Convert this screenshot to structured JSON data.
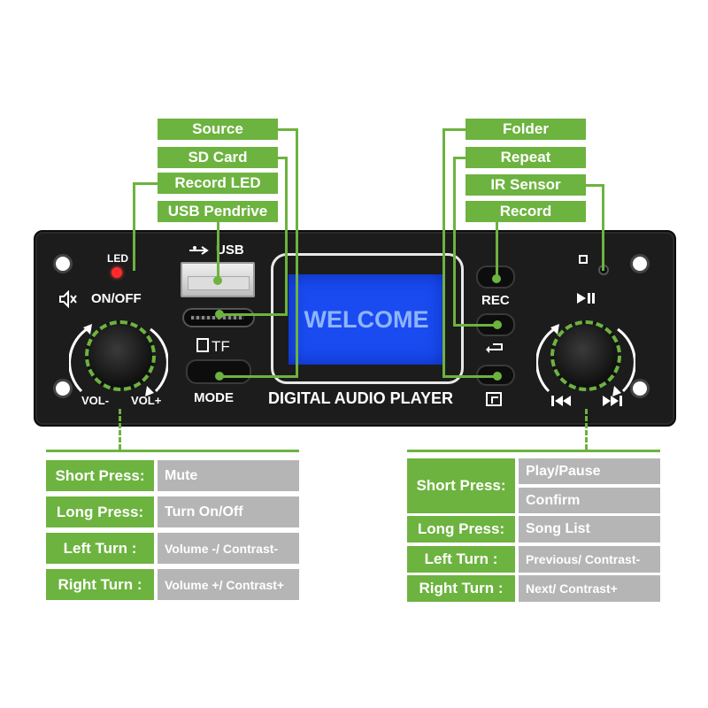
{
  "callouts": {
    "source": "Source",
    "sd_card": "SD Card",
    "record_led": "Record LED",
    "usb_pendrive": "USB Pendrive",
    "folder": "Folder",
    "repeat": "Repeat",
    "ir_sensor": "IR Sensor",
    "record": "Record"
  },
  "panel": {
    "led": "LED",
    "on_off": "ON/OFF",
    "usb": "USB",
    "tf": "TF",
    "mode": "MODE",
    "vol_minus": "VOL-",
    "vol_plus": "VOL+",
    "rec": "REC",
    "screen_text": "WELCOME",
    "title": "DIGITAL AUDIO PLAYER"
  },
  "left_table": [
    {
      "action": "Short Press:",
      "result": "Mute"
    },
    {
      "action": "Long Press:",
      "result": "Turn On/Off"
    },
    {
      "action": "Left  Turn :",
      "result": "Volume -/ Contrast-"
    },
    {
      "action": "Right Turn :",
      "result": "Volume +/ Contrast+"
    }
  ],
  "right_table": {
    "short_press": {
      "action": "Short Press:",
      "results": [
        "Play/Pause",
        "Confirm"
      ]
    },
    "rows": [
      {
        "action": "Long Press:",
        "result": "Song List"
      },
      {
        "action": "Left  Turn :",
        "result": "Previous/ Contrast-"
      },
      {
        "action": "Right Turn :",
        "result": "Next/ Contrast+"
      }
    ]
  },
  "colors": {
    "accent": "#6db33f",
    "panel": "#1c1c1c",
    "lcd": "#1a4bf0",
    "cell": "#b5b5b5"
  }
}
